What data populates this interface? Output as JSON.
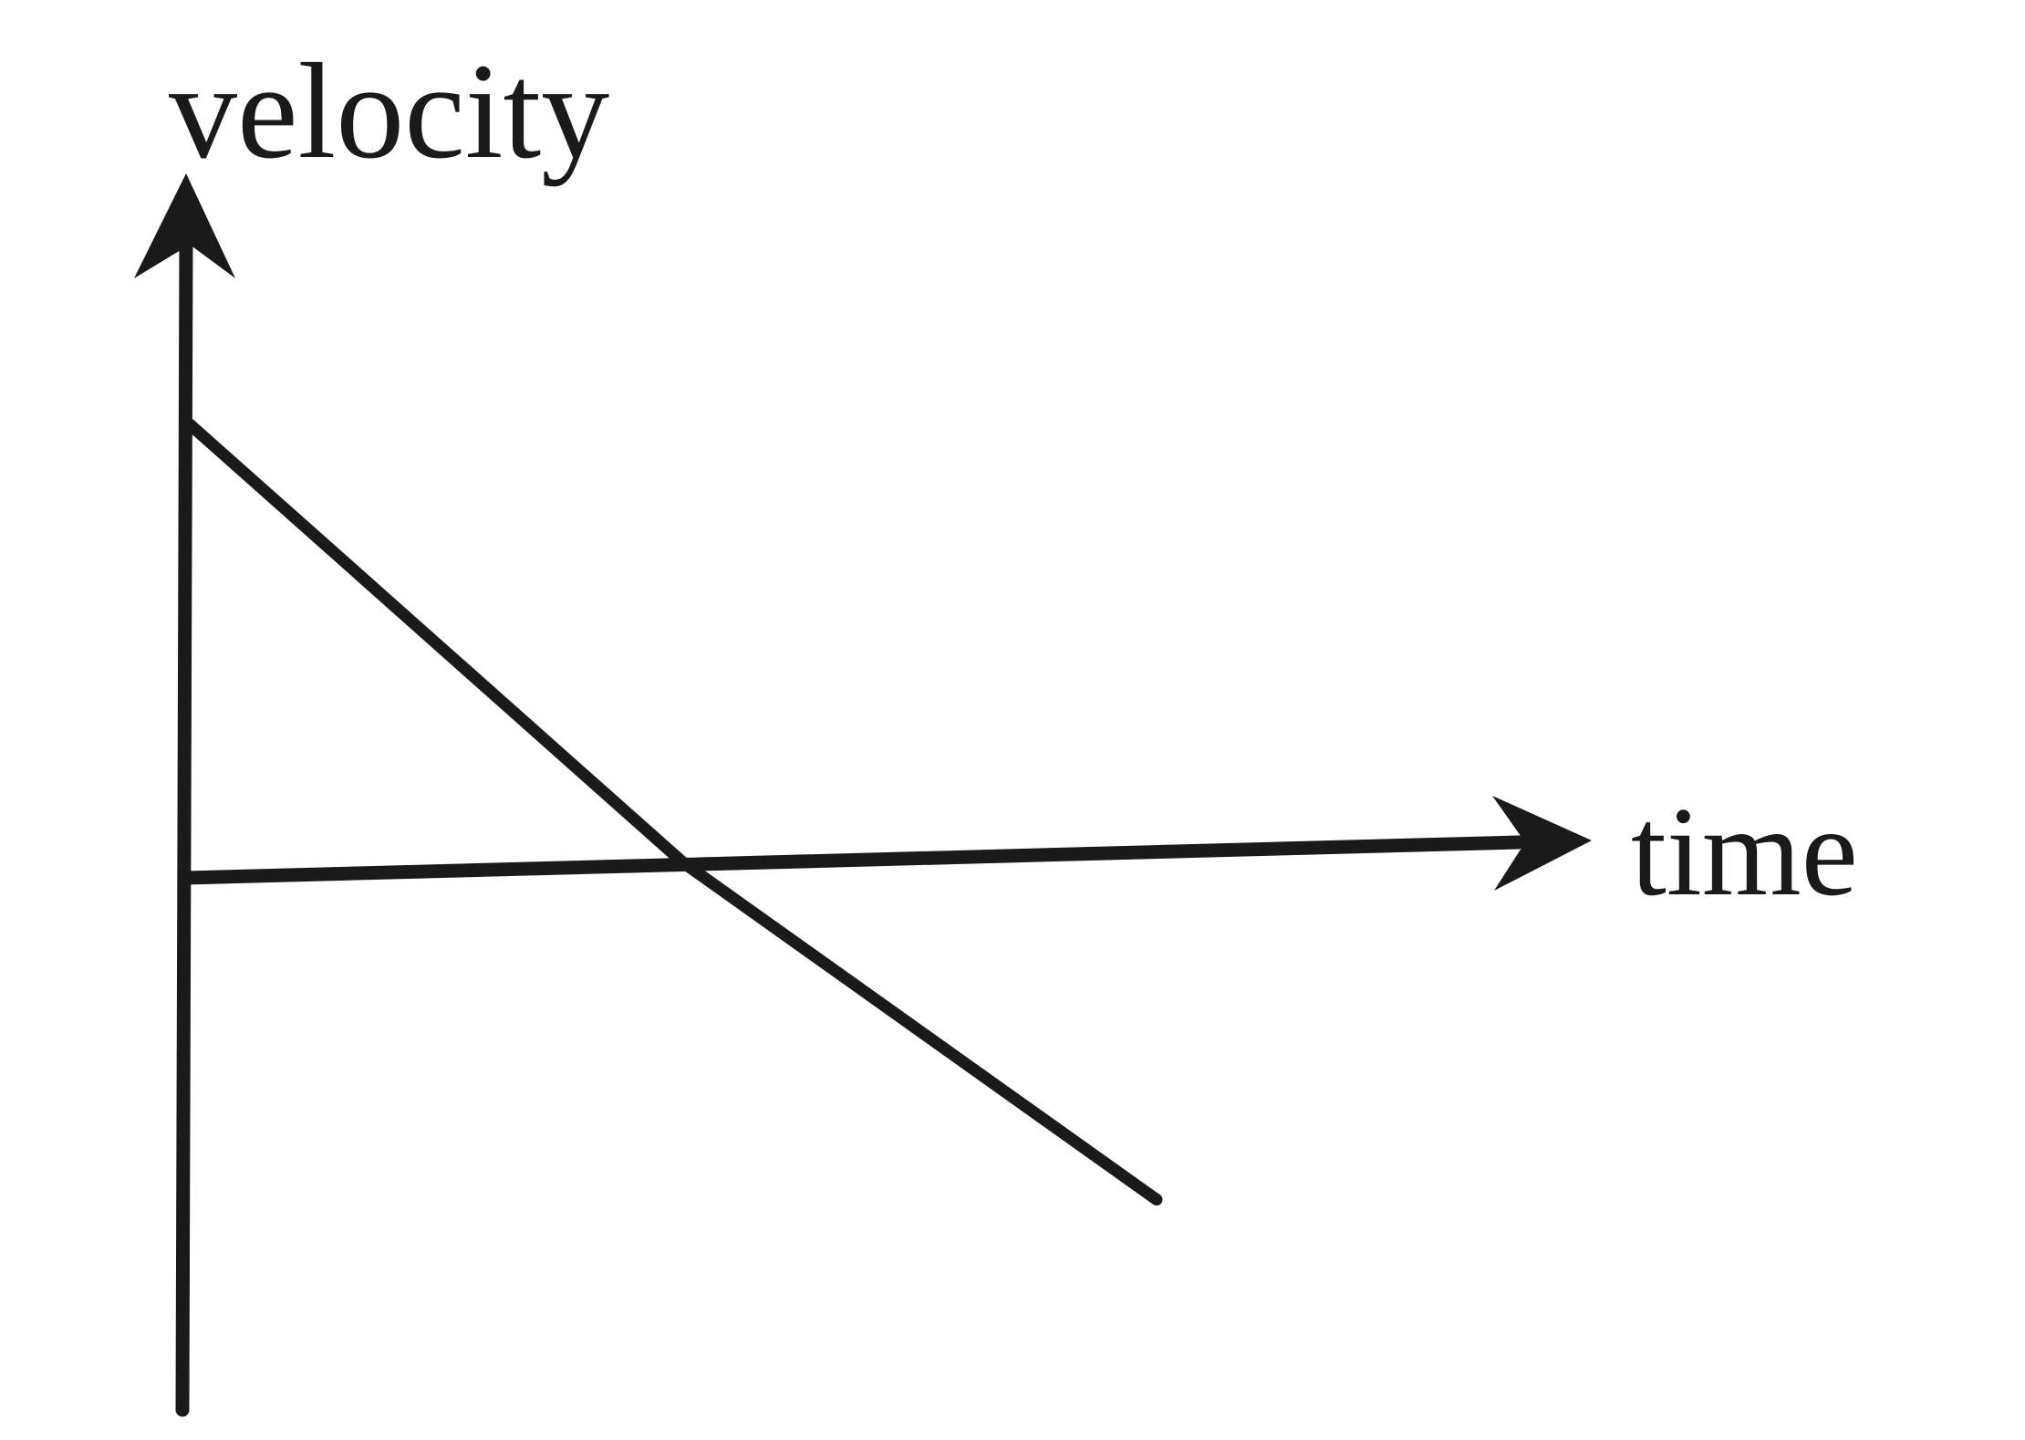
{
  "chart_data": {
    "type": "line",
    "xlabel": "time",
    "ylabel": "velocity",
    "grid": false,
    "legend": "none",
    "xlim": [
      0,
      10
    ],
    "ylim": [
      -7,
      10
    ],
    "series": [
      {
        "x": [
          0,
          5.1,
          10
        ],
        "y": [
          10,
          0,
          -7.7
        ]
      }
    ],
    "colors": {
      "ink": "#1a1a1a"
    }
  }
}
